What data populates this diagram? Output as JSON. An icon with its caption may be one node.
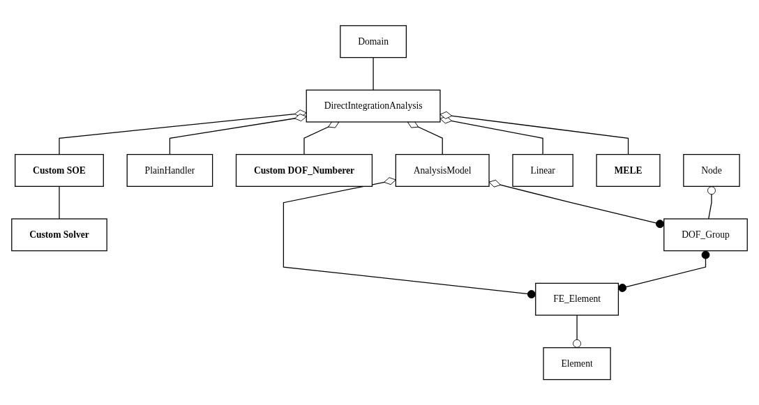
{
  "diagram": {
    "nodes": [
      {
        "text": [
          "Domain"
        ]
      },
      {
        "text": [
          "DirectIntegrationAnalysis"
        ]
      },
      {
        "text": [
          "Custom SOE"
        ]
      },
      {
        "text": [
          "Custom Solver"
        ]
      },
      {
        "text": [
          "PlainHandler"
        ]
      },
      {
        "text": [
          "Custom DOF_Numberer"
        ]
      },
      {
        "text": [
          "AnalysisModel"
        ]
      },
      {
        "text": [
          "Linear"
        ]
      },
      {
        "text": [
          "MELE"
        ]
      },
      {
        "text": [
          "Node"
        ]
      },
      {
        "text": [
          "DOF_Group"
        ]
      },
      {
        "text": [
          "FE_Element"
        ]
      },
      {
        "text": [
          "Element"
        ]
      }
    ],
    "edges": [
      {
        "from": 0,
        "to": 1,
        "arrow": "none"
      },
      {
        "from": 1,
        "to": 2,
        "arrow": "other"
      },
      {
        "from": 2,
        "to": 3,
        "arrow": "none"
      },
      {
        "from": 1,
        "to": 4,
        "arrow": "other"
      },
      {
        "from": 1,
        "to": 5,
        "arrow": "other"
      },
      {
        "from": 1,
        "to": 6,
        "arrow": "other"
      },
      {
        "from": 1,
        "to": 7,
        "arrow": "other"
      },
      {
        "from": 1,
        "to": 8,
        "arrow": "other"
      },
      {
        "from": 6,
        "to": 10,
        "arrow": "other"
      },
      {
        "from": 6,
        "to": 11,
        "arrow": "other"
      },
      {
        "from": 9,
        "to": 10,
        "arrow": "other"
      },
      {
        "from": 10,
        "to": 11,
        "arrow": "other"
      },
      {
        "from": 11,
        "to": 12,
        "arrow": "other"
      }
    ]
  }
}
